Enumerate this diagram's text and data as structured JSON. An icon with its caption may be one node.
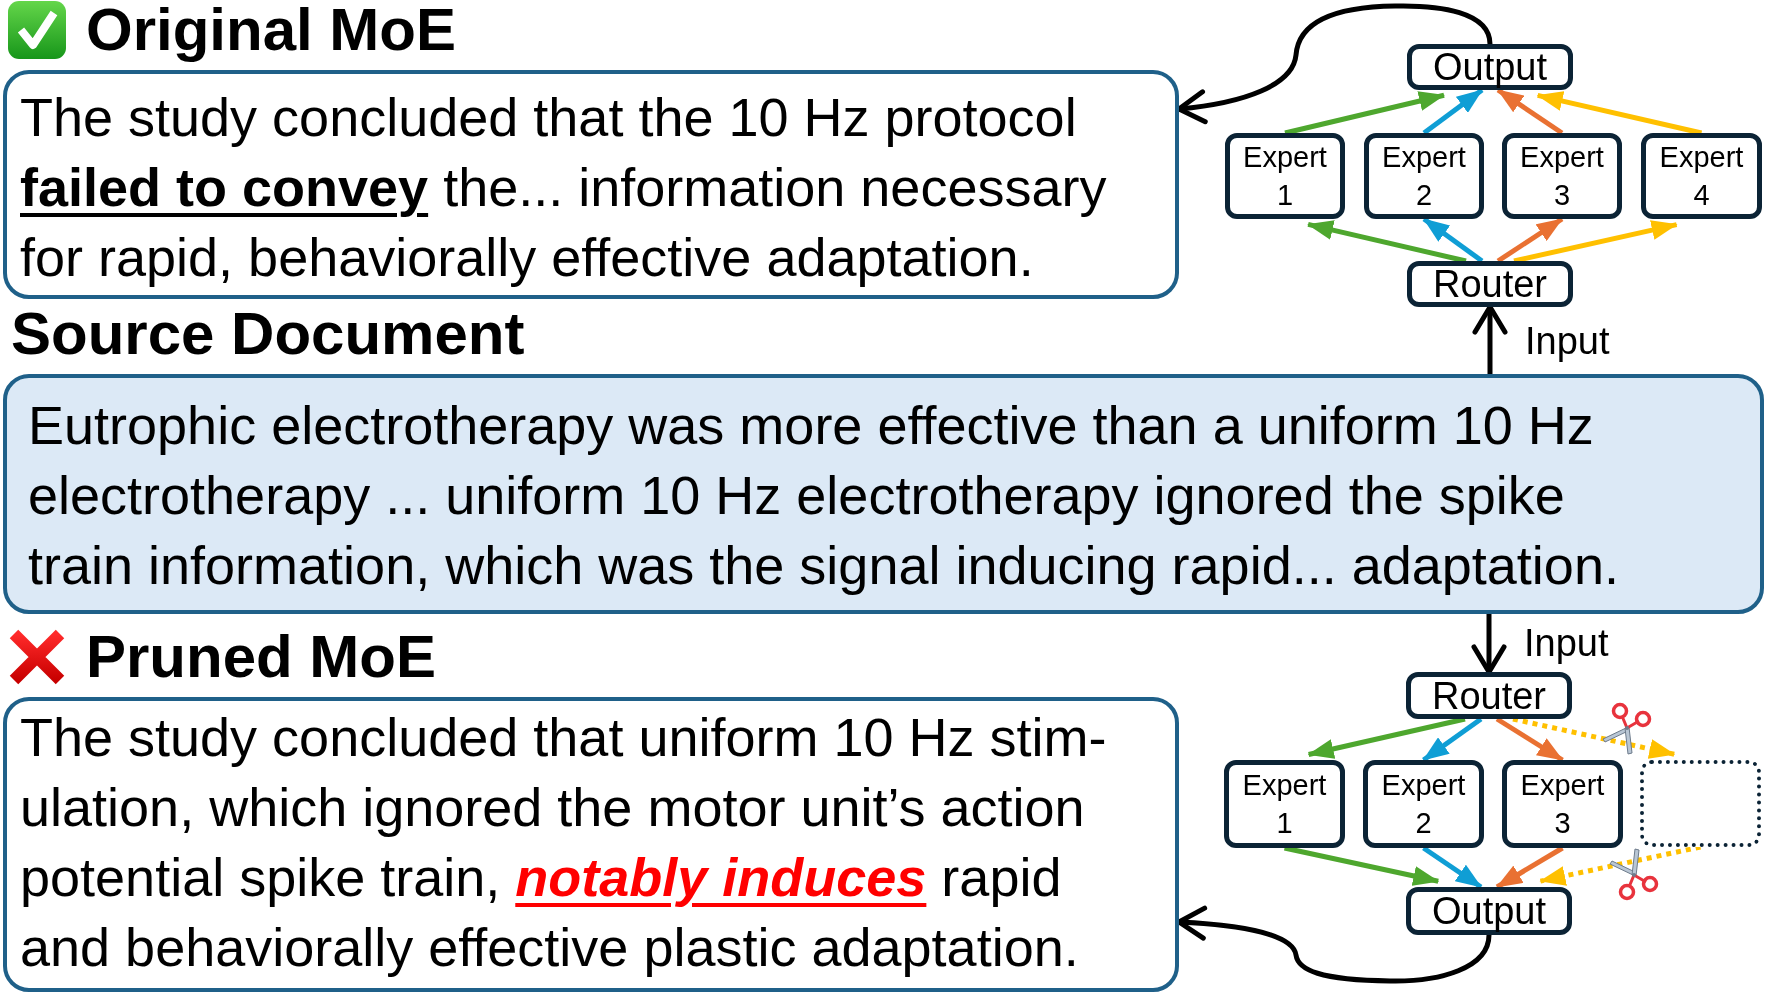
{
  "diagram": {
    "nodes": [
      {
        "text": [
          "Original MoE",
          "The study concluded that the 10 Hz protocol **failed to convey** the... information necessary for rapid, behaviorally effective adaptation."
        ]
      },
      {
        "text": [
          "Output"
        ]
      },
      {
        "text": [
          "Expert 1"
        ]
      },
      {
        "text": [
          "Expert 2"
        ]
      },
      {
        "text": [
          "Expert 3"
        ]
      },
      {
        "text": [
          "Expert 4"
        ]
      },
      {
        "text": [
          "Router"
        ]
      },
      {
        "text": [
          "Source Document",
          "Eutrophic electrotherapy was more effective than a uniform 10 Hz electrotherapy ... uniform 10 Hz electrotherapy ignored the spike train information, which was the signal inducing rapid... adaptation."
        ]
      },
      {
        "text": [
          "Router"
        ]
      },
      {
        "text": [
          "Expert 1"
        ]
      },
      {
        "text": [
          "Expert 2"
        ]
      },
      {
        "text": [
          "Expert 3"
        ]
      },
      {
        "text": [],
        "shape": "box"
      },
      {
        "text": [
          "Output"
        ]
      },
      {
        "text": [
          "Pruned MoE",
          "The study concluded that uniform 10 Hz stim-ulation, which ignored the motor unit’s action potential spike train, *notably induces* rapid and behaviorally effective plastic adaptation."
        ]
      }
    ],
    "edges": [
      {
        "from": 7,
        "to": 6,
        "arrow": "to",
        "label": "Input"
      },
      {
        "from": 6,
        "to": 2,
        "arrow": "to",
        "color": "#4ea72e"
      },
      {
        "from": 6,
        "to": 3,
        "arrow": "to",
        "color": "#0f9ed5"
      },
      {
        "from": 6,
        "to": 4,
        "arrow": "to",
        "color": "#e97132"
      },
      {
        "from": 6,
        "to": 5,
        "arrow": "to",
        "color": "#ffc000"
      },
      {
        "from": 2,
        "to": 1,
        "arrow": "to",
        "color": "#4ea72e"
      },
      {
        "from": 3,
        "to": 1,
        "arrow": "to",
        "color": "#0f9ed5"
      },
      {
        "from": 4,
        "to": 1,
        "arrow": "to",
        "color": "#e97132"
      },
      {
        "from": 5,
        "to": 1,
        "arrow": "to",
        "color": "#ffc000"
      },
      {
        "from": 1,
        "to": 0,
        "arrow": "to"
      },
      {
        "from": 7,
        "to": 8,
        "arrow": "to",
        "label": "Input"
      },
      {
        "from": 8,
        "to": 9,
        "arrow": "to",
        "color": "#4ea72e"
      },
      {
        "from": 8,
        "to": 10,
        "arrow": "to",
        "color": "#0f9ed5"
      },
      {
        "from": 8,
        "to": 11,
        "arrow": "to",
        "color": "#e97132"
      },
      {
        "from": 8,
        "to": 12,
        "arrow": "to",
        "color": "#ffc000",
        "style": "dashed"
      },
      {
        "from": 9,
        "to": 13,
        "arrow": "to",
        "color": "#4ea72e"
      },
      {
        "from": 10,
        "to": 13,
        "arrow": "to",
        "color": "#0f9ed5"
      },
      {
        "from": 11,
        "to": 13,
        "arrow": "to",
        "color": "#e97132"
      },
      {
        "from": 12,
        "to": 13,
        "arrow": "to",
        "color": "#ffc000",
        "style": "dashed"
      },
      {
        "from": 13,
        "to": 14,
        "arrow": "to"
      }
    ]
  }
}
